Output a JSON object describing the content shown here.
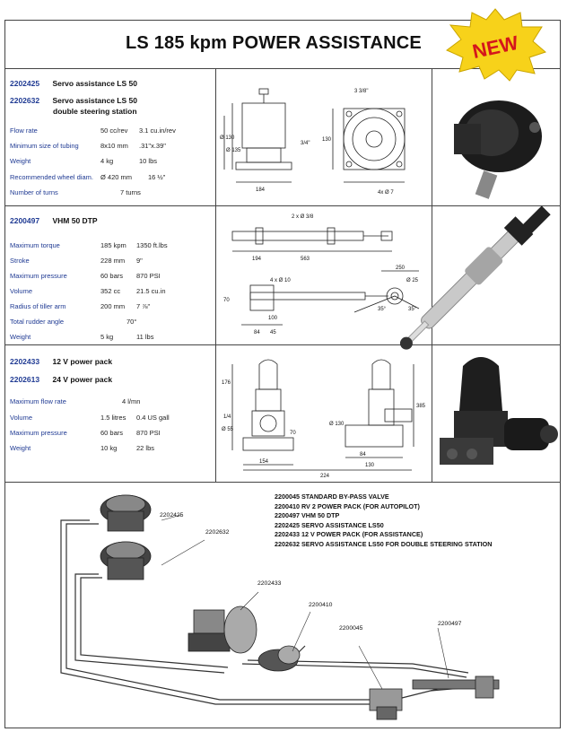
{
  "title": "LS 185 kpm POWER ASSISTANCE",
  "badge": "NEW",
  "section1": {
    "products": [
      {
        "code": "2202425",
        "name": "Servo assistance LS 50"
      },
      {
        "code": "2202632",
        "name": "Servo assistance LS 50",
        "name2": "double steering station"
      }
    ],
    "specs": [
      {
        "label": "Flow rate",
        "metric": "50 cc/rev",
        "imperial": "3.1 cu.in/rev"
      },
      {
        "label": "Minimum size of tubing",
        "metric": "8x10 mm",
        "imperial": ".31\"x.39\""
      },
      {
        "label": "Weight",
        "metric": "4 kg",
        "imperial": "10 lbs"
      },
      {
        "label": "Recommended wheel diam.",
        "metric": "Ø 420 mm",
        "imperial": "16 ½\""
      },
      {
        "label": "Number of turns",
        "metric": "7 turns",
        "imperial": ""
      }
    ]
  },
  "section2": {
    "products": [
      {
        "code": "2200497",
        "name": "VHM 50 DTP"
      }
    ],
    "specs": [
      {
        "label": "Maximum torque",
        "metric": "185 kpm",
        "imperial": "1350 ft.lbs"
      },
      {
        "label": "Stroke",
        "metric": "228 mm",
        "imperial": "9\""
      },
      {
        "label": "Maximum pressure",
        "metric": "60 bars",
        "imperial": "870 PSI"
      },
      {
        "label": "Volume",
        "metric": "352 cc",
        "imperial": "21.5 cu.in"
      },
      {
        "label": "Radius of tiller arm",
        "metric": "200 mm",
        "imperial": "7 ⅞\""
      },
      {
        "label": "Total rudder angle",
        "metric": "70°",
        "imperial": ""
      },
      {
        "label": "Weight",
        "metric": "5 kg",
        "imperial": "11 lbs"
      }
    ]
  },
  "section3": {
    "products": [
      {
        "code": "2202433",
        "name": "12 V power pack"
      },
      {
        "code": "2202613",
        "name": "24 V power pack"
      }
    ],
    "specs": [
      {
        "label": "Maximum flow rate",
        "metric": "4 l/mn",
        "imperial": ""
      },
      {
        "label": "Volume",
        "metric": "1.5 litres",
        "imperial": "0.4 US gall"
      },
      {
        "label": "Maximum pressure",
        "metric": "60 bars",
        "imperial": "870 PSI"
      },
      {
        "label": "Weight",
        "metric": "10 kg",
        "imperial": "22 lbs"
      }
    ]
  },
  "drawing1": {
    "labels": [
      "Ø 130",
      "Ø 135",
      "4x Ø 7",
      "3/4\"",
      "130",
      "3 3/8\"",
      "184"
    ]
  },
  "drawing2": {
    "labels": [
      "2 x Ø 3/8",
      "563",
      "194",
      "4 x Ø 10",
      "250",
      "Ø 25",
      "35°",
      "35°",
      "70",
      "100",
      "45",
      "84"
    ]
  },
  "drawing3": {
    "labels": [
      "176",
      "1/4",
      "Ø 55",
      "70",
      "385",
      "84",
      "130",
      "154",
      "224",
      "Ø 130"
    ]
  },
  "legend": [
    "2200045  STANDARD BY-PASS VALVE",
    "2200410  RV 2 POWER PACK (FOR AUTOPILOT)",
    "2200497  VHM 50 DTP",
    "2202425  SERVO ASSISTANCE LS50",
    "2202433 12 V POWER PACK (FOR ASSISTANCE)",
    "2202632  SERVO ASSISTANCE LS50 FOR DOUBLE STEERING STATION"
  ],
  "callouts": [
    "2202425",
    "2202632",
    "2202433",
    "2200410",
    "2200045",
    "2200497"
  ],
  "colors": {
    "accent": "#1f3a93",
    "badge_fill": "#f7d21a",
    "badge_text": "#d4161c"
  }
}
